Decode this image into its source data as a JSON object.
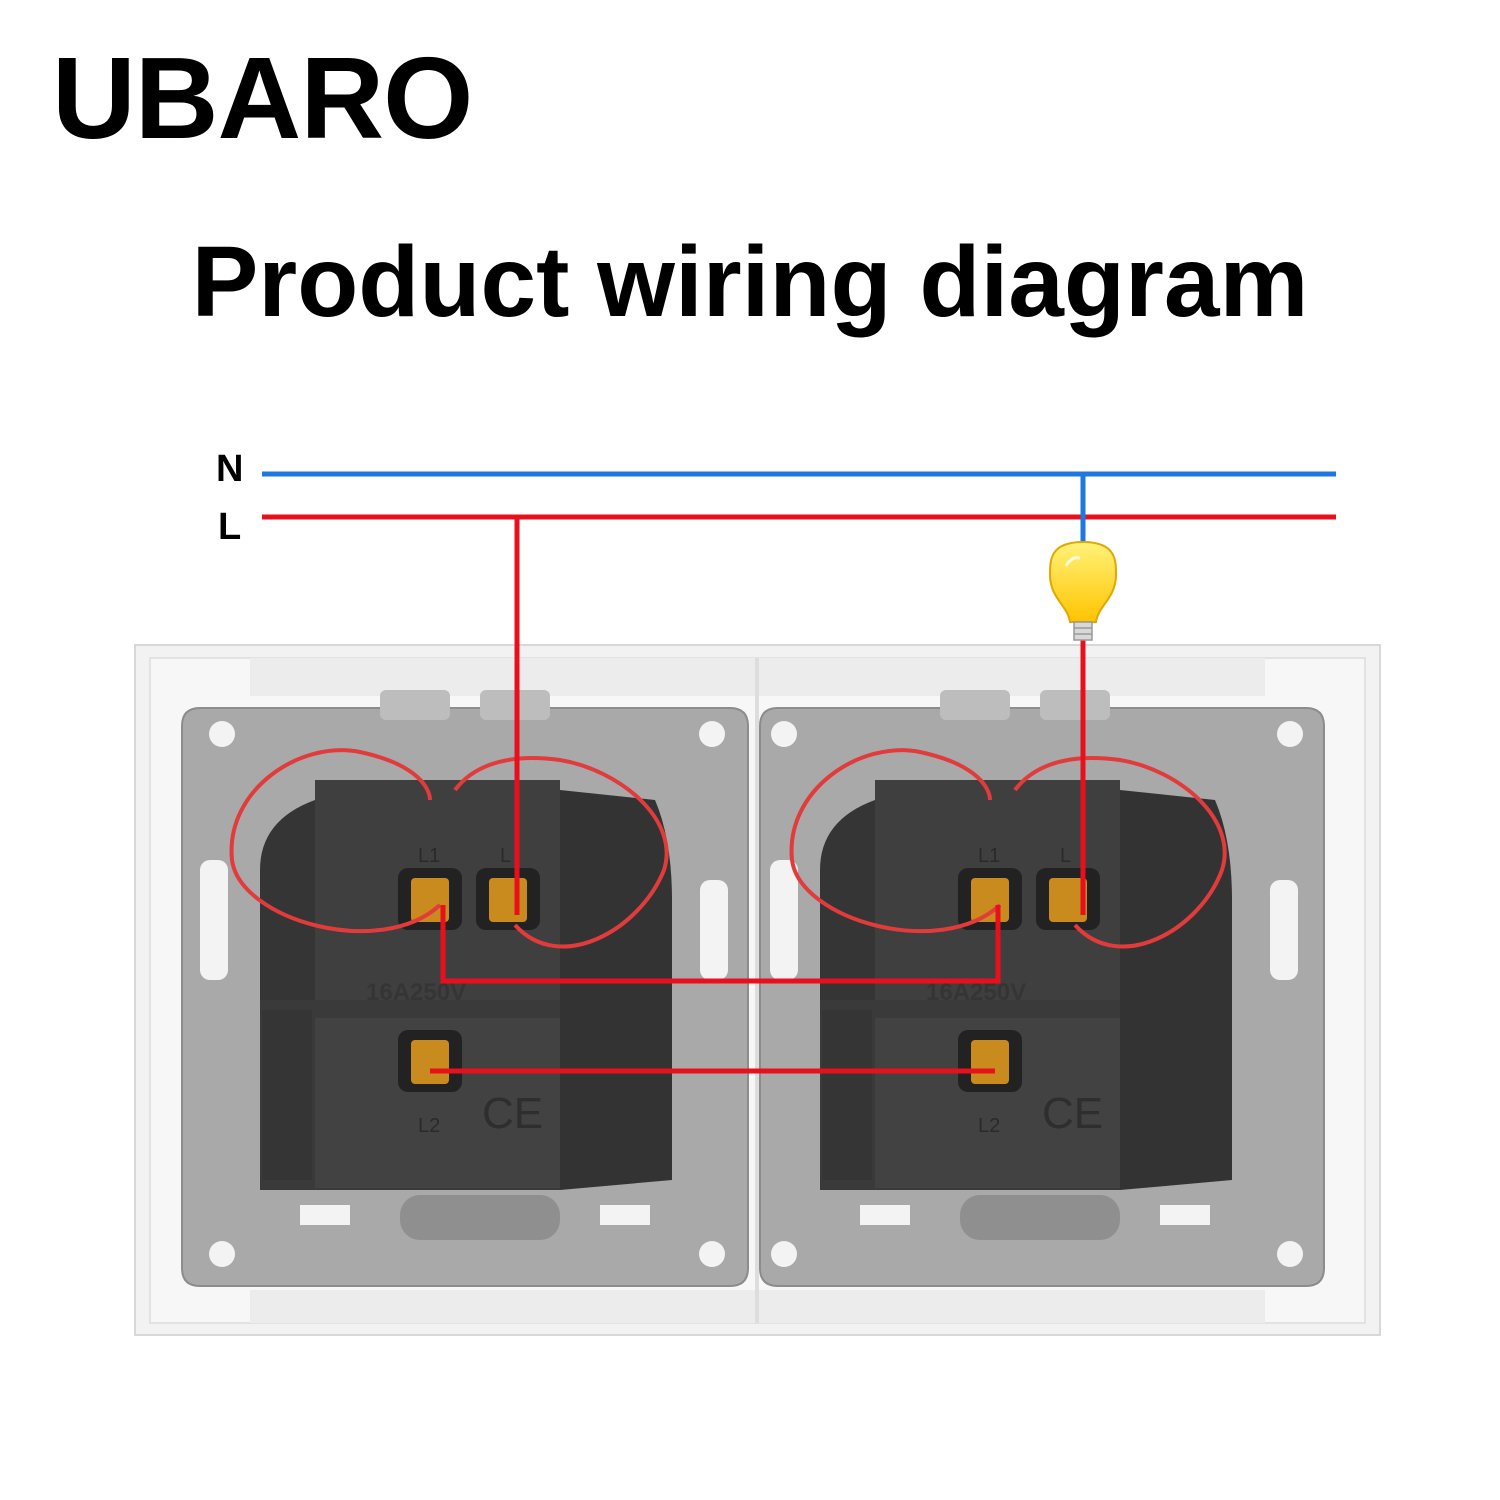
{
  "brand": "UBARO",
  "title": "Product wiring diagram",
  "rails": {
    "neutral": "N",
    "live": "L"
  },
  "socket_markings": {
    "left": {
      "l1": "L1",
      "l": "L",
      "l2": "L2",
      "rating": "16A250V",
      "mark": "CE"
    },
    "right": {
      "l1": "L1",
      "l": "L",
      "l2": "L2",
      "rating": "16A250V",
      "mark": "CE"
    }
  },
  "colors": {
    "neutral_wire": "#1e78e0",
    "live_wire": "#e8101c",
    "plate": "#f3f3f3",
    "frame": "#a9a9a9",
    "socket_body": "#3f3f3f",
    "terminal": "#c98a1e",
    "bulb": "#ffd21a"
  },
  "icons": {
    "bulb": "light-bulb-icon"
  }
}
